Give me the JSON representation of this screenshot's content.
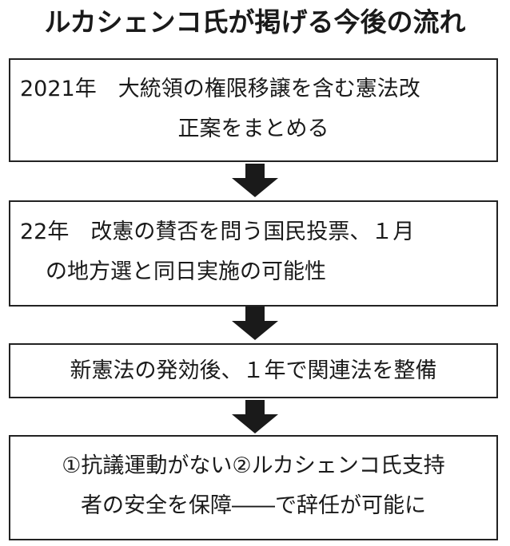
{
  "title": "ルカシェンコ氏が掲げる今後の流れ",
  "steps": [
    {
      "lines": [
        "2021年　大統領の権限移譲を含む憲法改",
        "正案をまとめる"
      ]
    },
    {
      "lines": [
        "22年　改憲の賛否を問う国民投票、１月",
        "の地方選と同日実施の可能性"
      ]
    },
    {
      "lines": [
        "新憲法の発効後、１年で関連法を整備"
      ]
    },
    {
      "lines": [
        "①抗議運動がない②ルカシェンコ氏支持",
        "者の安全を保障――で辞任が可能に"
      ]
    }
  ],
  "arrow_icon": "down-arrow-icon",
  "colors": {
    "border": "#222222",
    "arrow": "#1a1a1a",
    "text": "#1a1a1a",
    "background": "#ffffff"
  }
}
